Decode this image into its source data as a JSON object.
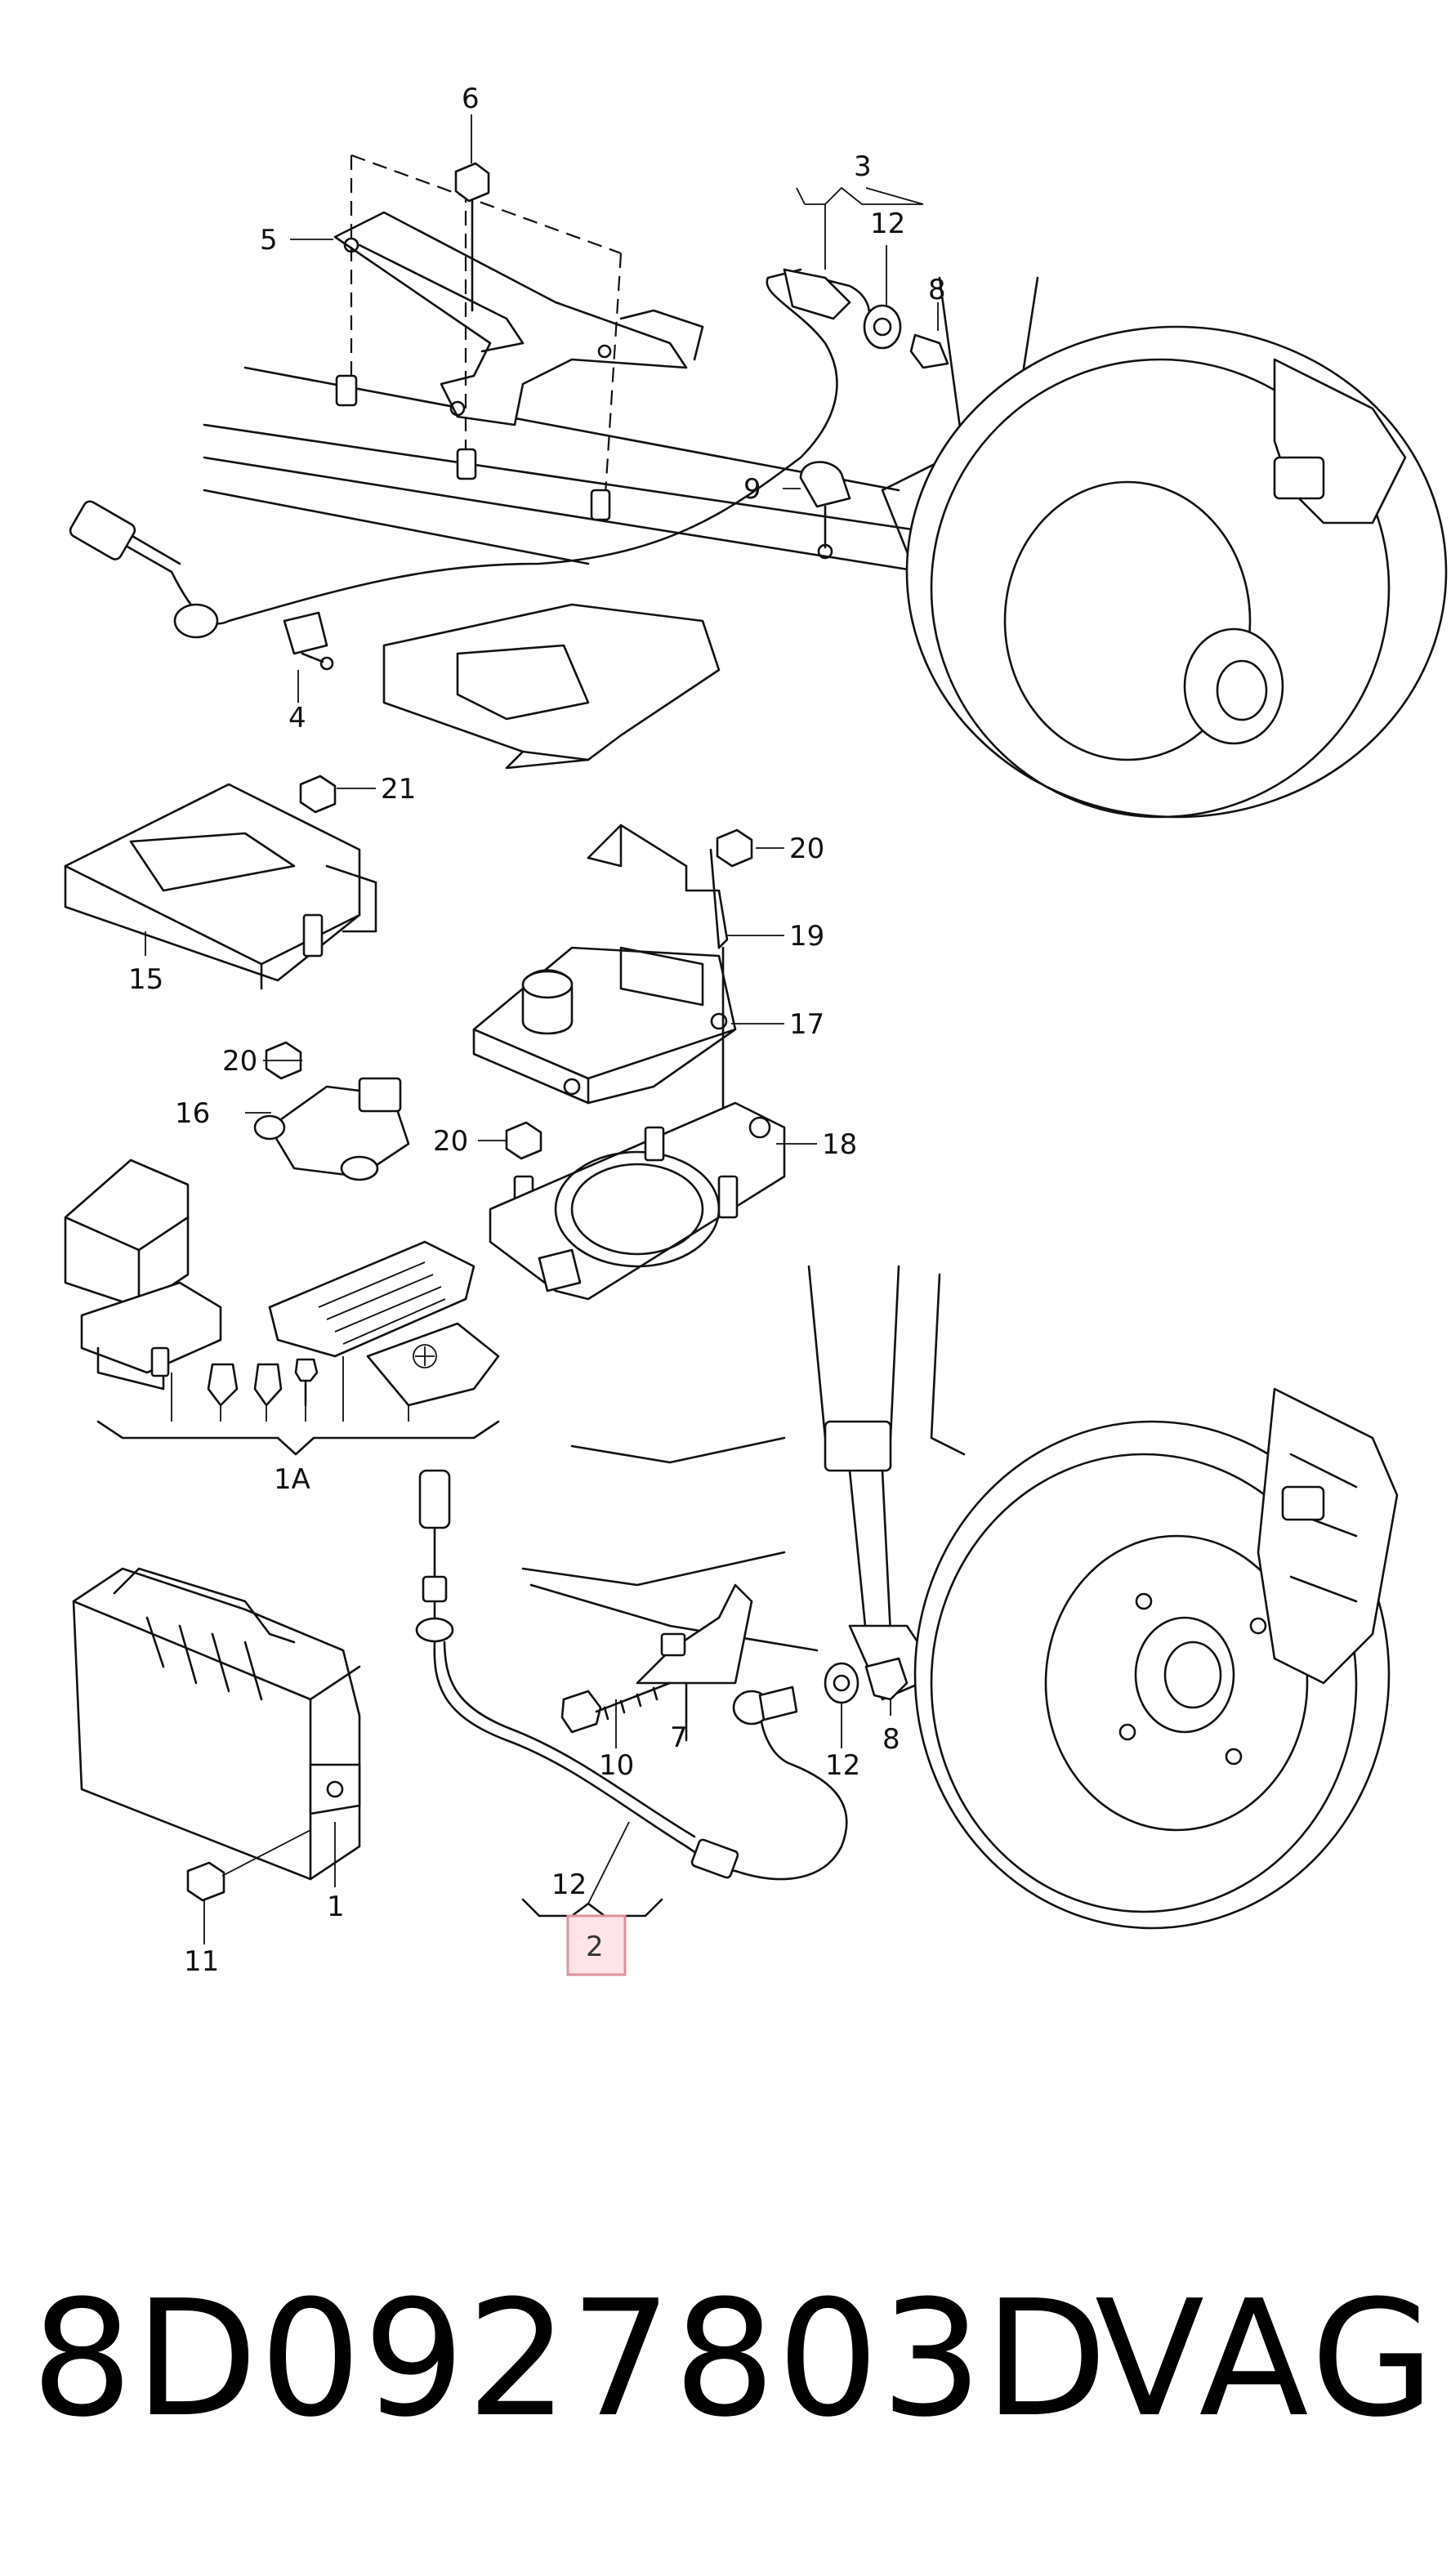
{
  "callouts": {
    "c1": "1",
    "c1A": "1A",
    "c2": "2",
    "c3": "3",
    "c4": "4",
    "c5": "5",
    "c6": "6",
    "c7": "7",
    "c8a": "8",
    "c8b": "8",
    "c9": "9",
    "c10": "10",
    "c11": "11",
    "c12a": "12",
    "c12b": "12",
    "c12c": "12",
    "c15": "15",
    "c16": "16",
    "c17": "17",
    "c18": "18",
    "c19": "19",
    "c20a": "20",
    "c20b": "20",
    "c20c": "20",
    "c21": "21"
  },
  "highlight": {
    "label": "2",
    "color": "#fde4e8"
  },
  "footer": {
    "part_number": "8D0927803D",
    "brand": "VAG"
  }
}
